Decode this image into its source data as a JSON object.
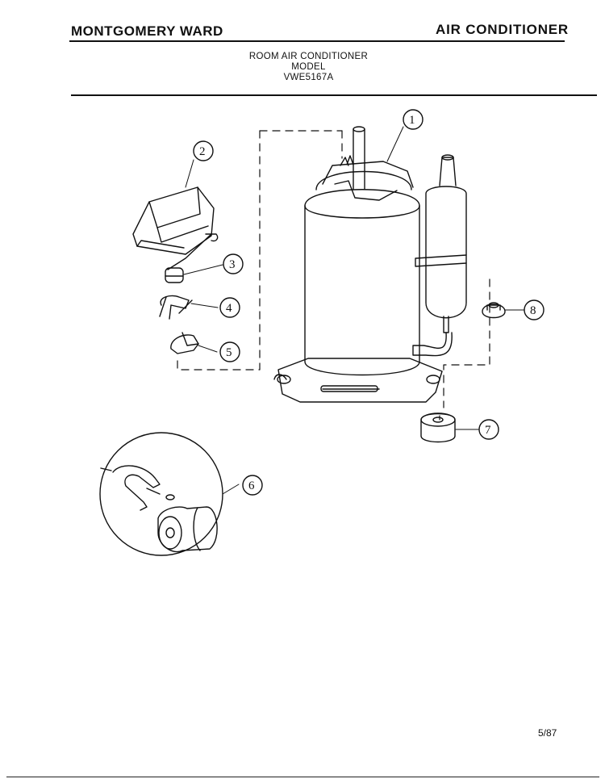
{
  "header": {
    "brand": "MONTGOMERY WARD",
    "category": "AIR CONDITIONER"
  },
  "subtitle": {
    "line1": "ROOM AIR CONDITIONER",
    "line2": "MODEL",
    "line3": "VWE5167A"
  },
  "callouts": [
    {
      "num": "1"
    },
    {
      "num": "2"
    },
    {
      "num": "3"
    },
    {
      "num": "4"
    },
    {
      "num": "5"
    },
    {
      "num": "6"
    },
    {
      "num": "7"
    },
    {
      "num": "8"
    }
  ],
  "footer": {
    "date_code": "5/87"
  }
}
